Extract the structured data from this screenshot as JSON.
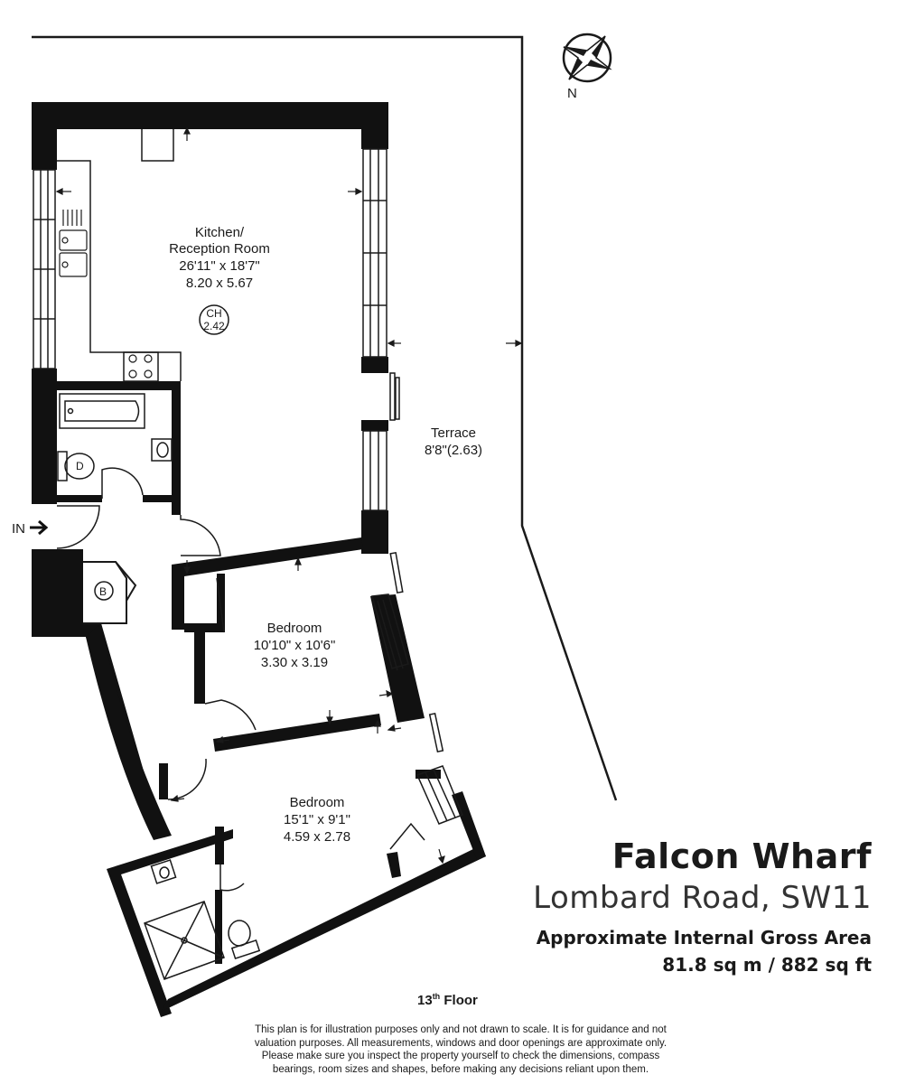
{
  "compass": {
    "label": "N",
    "icon": "compass-rose-icon"
  },
  "rooms": {
    "kitchen": {
      "name_line1": "Kitchen/",
      "name_line2": "Reception Room",
      "imperial": "26'11\" x 18'7\"",
      "metric": "8.20 x 5.67"
    },
    "ceiling_height": {
      "label": "CH",
      "value": "2.42"
    },
    "terrace": {
      "name": "Terrace",
      "size": "8'8\"(2.63)"
    },
    "bedroom1": {
      "name": "Bedroom",
      "imperial": "10'10\" x 10'6\"",
      "metric": "3.30 x 3.19"
    },
    "bedroom2": {
      "name": "Bedroom",
      "imperial": "15'1\" x 9'1\"",
      "metric": "4.59 x 2.78"
    },
    "boiler": {
      "label": "B"
    },
    "toilet_label": "D",
    "entrance": {
      "label": "IN"
    }
  },
  "property": {
    "name": "Falcon Wharf",
    "address": "Lombard Road, SW11",
    "area_label": "Approximate Internal Gross Area",
    "area_value": "81.8 sq m / 882 sq ft"
  },
  "floor": {
    "number": "13",
    "suffix": "th",
    "word": "Floor"
  },
  "disclaimer": [
    "This plan is for illustration purposes only and not drawn to scale. It is for guidance and not",
    "valuation purposes. All measurements, windows and door openings are approximate only.",
    "Please make sure you inspect the property yourself to check the dimensions, compass",
    "bearings, room sizes and shapes, before making any decisions reliant upon them."
  ],
  "colors": {
    "wall": "#111111",
    "line": "#1a1a1a",
    "background": "#ffffff"
  }
}
